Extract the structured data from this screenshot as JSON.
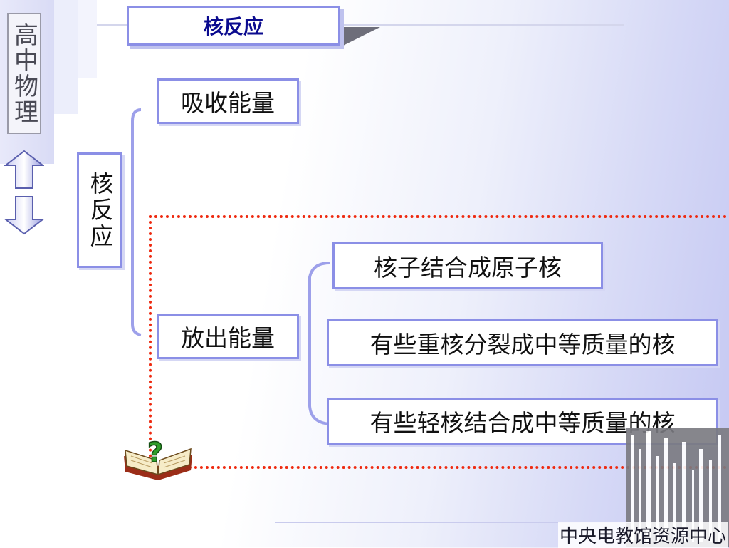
{
  "sidebar": {
    "subject": "高中物理"
  },
  "title": "核反应",
  "diagram": {
    "root": "核反应",
    "branch_absorb": "吸收能量",
    "branch_release": "放出能量",
    "release_items": [
      "核子结合成原子核",
      "有些重核分裂成中等质量的核",
      "有些轻核结合成中等质量的核"
    ]
  },
  "footer": {
    "source": "中央电教馆资源中心"
  },
  "colors": {
    "box_border": "#8b8fe6",
    "title_text": "#0b0b8f",
    "dotted_border": "#ee2a10",
    "bracket": "#9da0ea"
  },
  "icons": [
    "up-arrow-icon",
    "down-arrow-icon",
    "question-book-icon"
  ]
}
